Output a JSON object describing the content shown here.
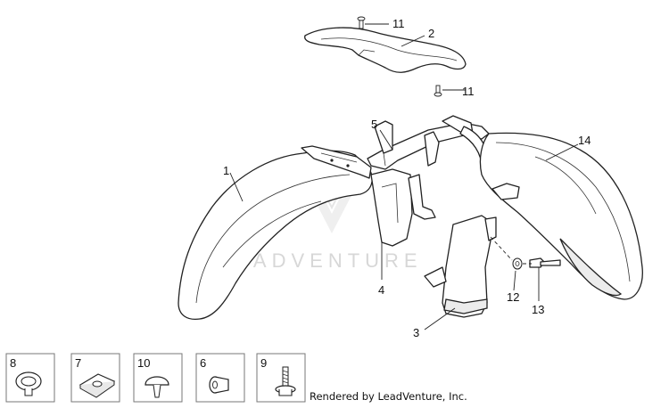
{
  "watermark": "LEADVENTURE",
  "credit": "Rendered by LeadVenture, Inc.",
  "callouts": {
    "c1": "1",
    "c2": "2",
    "c3": "3",
    "c4": "4",
    "c5": "5",
    "c11a": "11",
    "c11b": "11",
    "c12": "12",
    "c13": "13",
    "c14": "14"
  },
  "insets": {
    "i8": "8",
    "i7": "7",
    "i10": "10",
    "i6": "6",
    "i9": "9"
  }
}
